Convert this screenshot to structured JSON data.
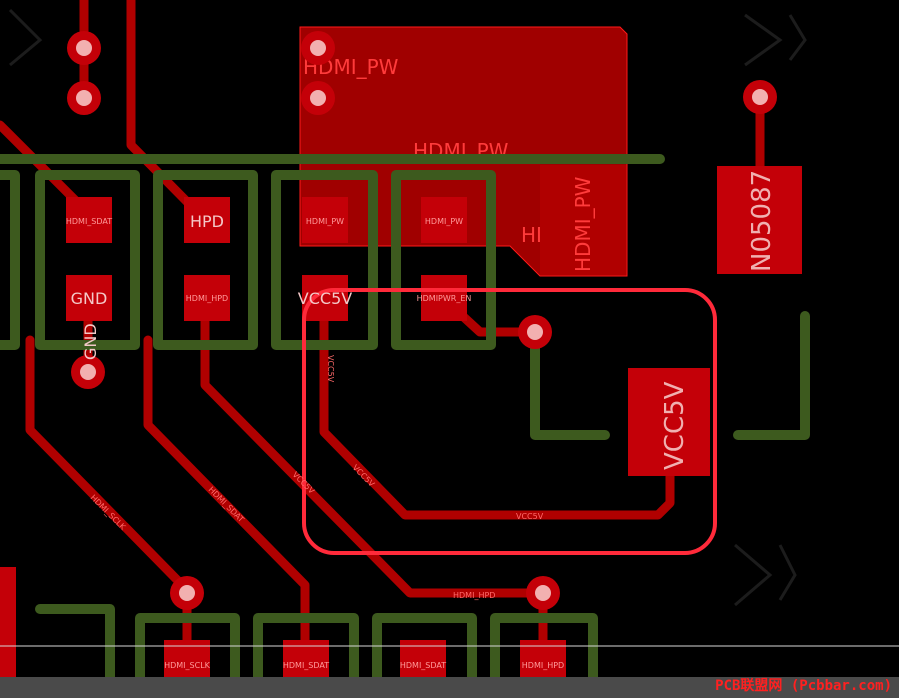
{
  "colors": {
    "background": "#000000",
    "copper": "#b80000",
    "copper_dark": "#8a0000",
    "pad": "#c40008",
    "silk_outline": "#3d5a1e",
    "highlight": "#ff2a3a",
    "via_hole": "#f2b0b0"
  },
  "pads": {
    "hdmi_sdat": "HDMI_SDAT",
    "gnd": "GND",
    "hpd": "HPD",
    "hdmi_hpd": "HDMI_HPD",
    "hdmi_pw": "HDMI_PW",
    "vcc5v": "VCC5V",
    "hdmi_pw_2": "HDMI_PW",
    "hdmipwr_en": "HDMIPWR_EN"
  },
  "vias": {
    "gnd_label": "GND"
  },
  "pour": {
    "label_small": "HDMI_PW",
    "label_mid": "HDMI_PW",
    "label_vertical": "HDMI_PW",
    "label_right": "HDMI_PW"
  },
  "components": {
    "part_number": "N05087",
    "vcc5v_big": "VCC5V"
  },
  "traces": {
    "hdmi_sclk": "HDMI_SCLK",
    "hdmi_sdat": "HDMI_SDAT",
    "hdmi_hpd": "HDMI_HPD",
    "vcc5v": "VCC5V",
    "vcc5v_2": "VCC5V",
    "vcc5v_3": "VCC5V",
    "vcc5v_4": "VCC5V"
  },
  "bottom_pads": {
    "p1": "HDMI_SCLK",
    "p2": "HDMI_SDAT",
    "p3": "HDMI_SDAT",
    "p4": "HDMI_HPD"
  },
  "watermark": "PCB联盟网 (Pcbbar.com)"
}
